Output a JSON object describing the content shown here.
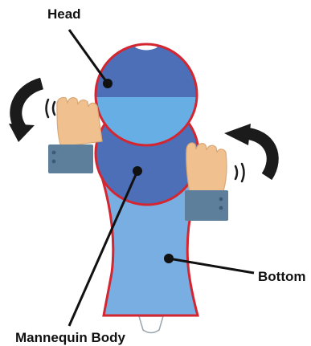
{
  "labels": {
    "head": "Head",
    "body": "Mannequin Body",
    "bottom": "Bottom"
  },
  "colors": {
    "outline": "#d32630",
    "body_fill": "#78aee1",
    "dark_blue": "#4c6fb8",
    "light_blue": "#66aee3",
    "skin": "#f1c08f",
    "sleeve": "#5e7f9c",
    "arrow": "#1b1b1b",
    "leader_line": "#111111"
  },
  "icons": {
    "left_arrow": "rotate-arrow-icon",
    "right_arrow": "rotate-arrow-icon",
    "left_hand": "hand-icon",
    "right_hand": "hand-icon"
  }
}
